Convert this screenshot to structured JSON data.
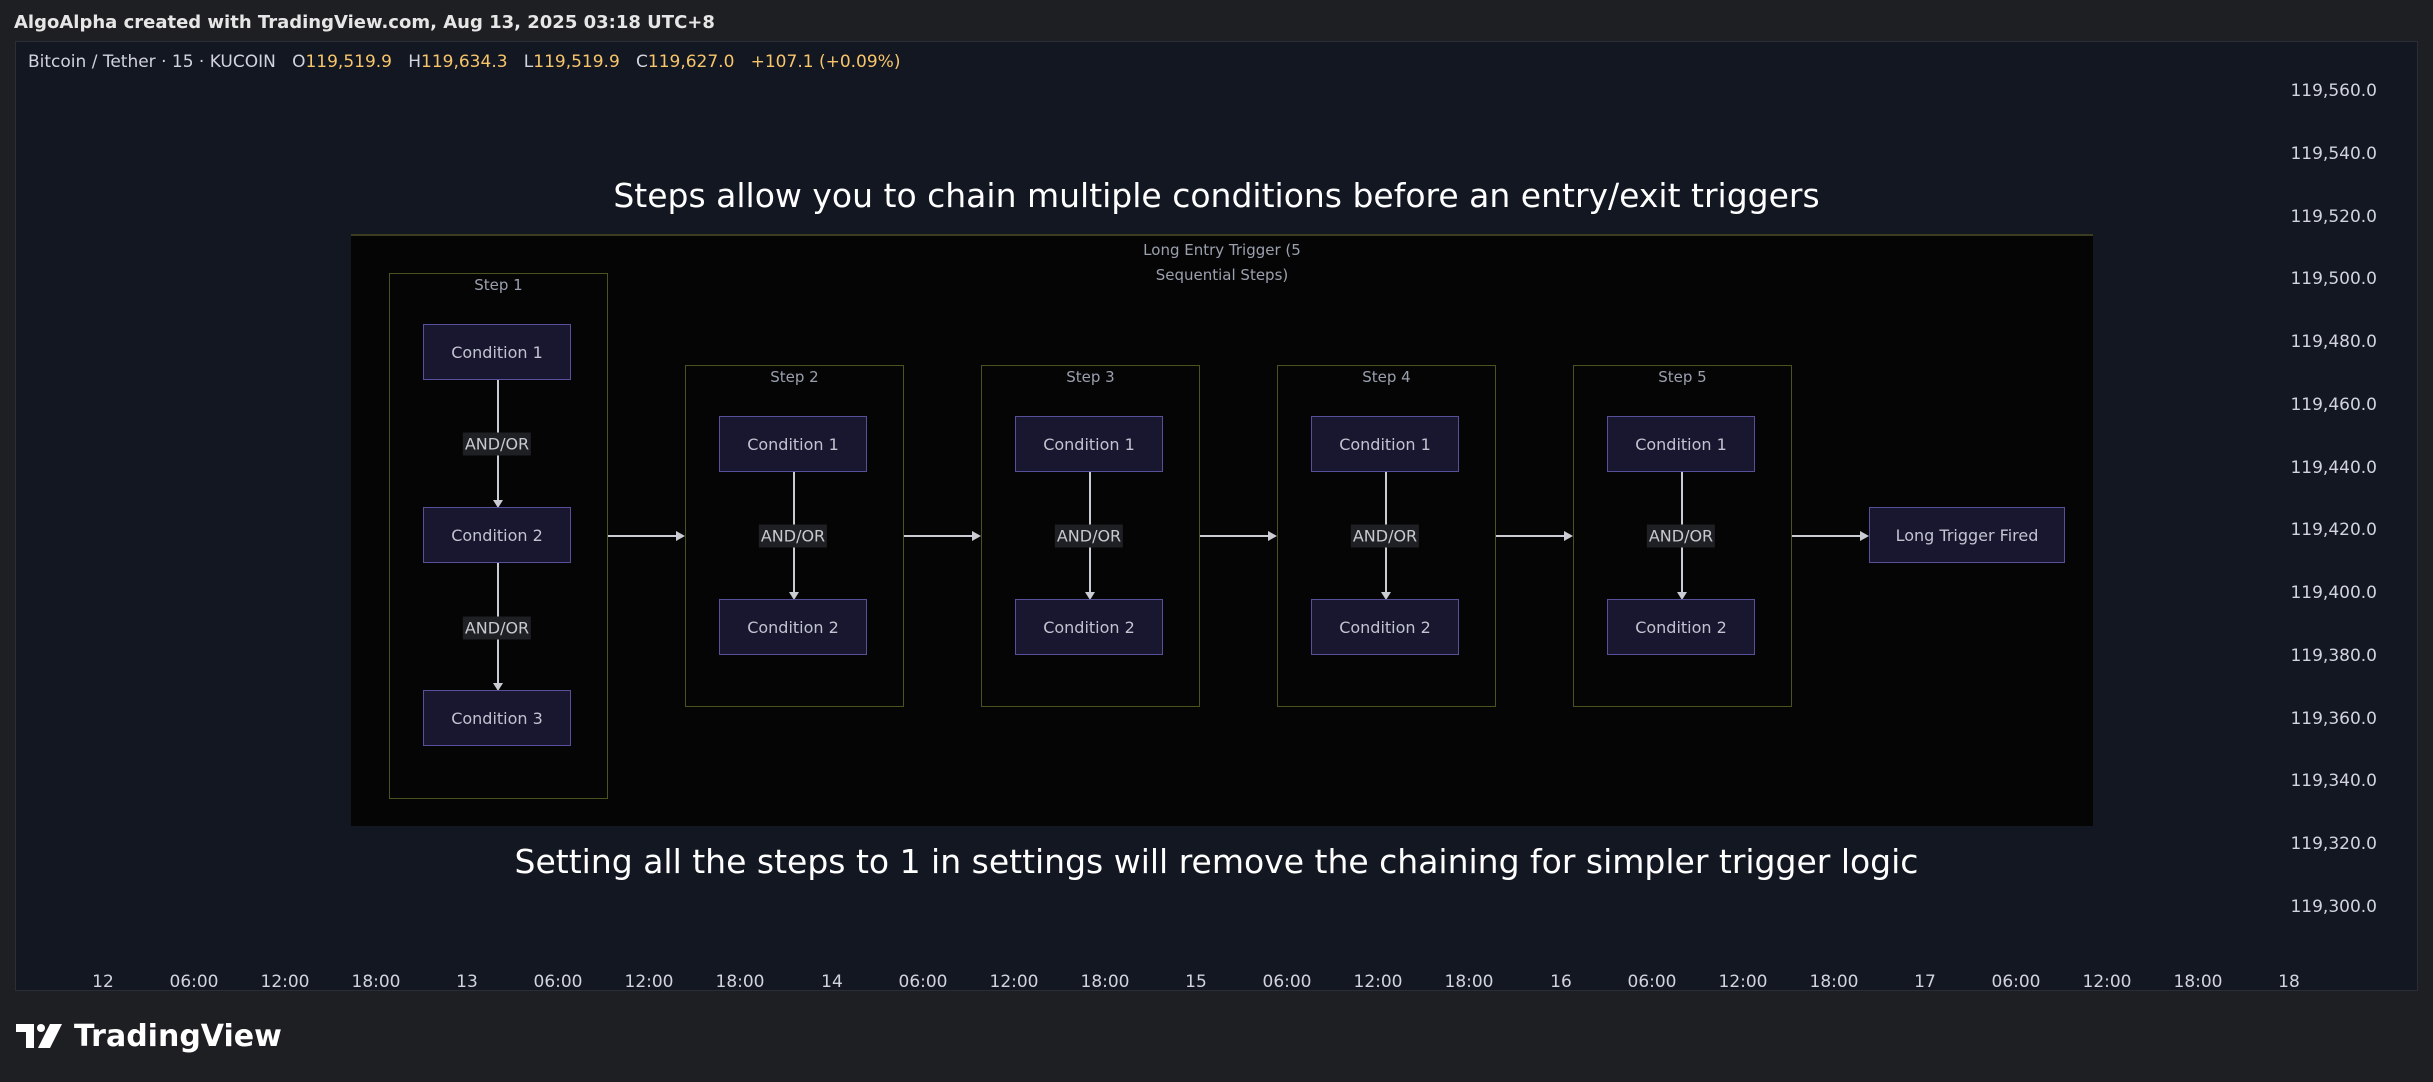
{
  "topbar": {
    "title": "AlgoAlpha created with TradingView.com, Aug 13, 2025 03:18 UTC+8"
  },
  "legend": {
    "symbol": "Bitcoin / Tether · 15 · KUCOIN",
    "o_label": "O",
    "o_value": "119,519.9",
    "h_label": "H",
    "h_value": "119,634.3",
    "l_label": "L",
    "l_value": "119,519.9",
    "c_label": "C",
    "c_value": "119,627.0",
    "change": "+107.1 (+0.09%)",
    "value_color": "#f7c56a"
  },
  "price_axis": [
    "119,560.0",
    "119,540.0",
    "119,520.0",
    "119,500.0",
    "119,480.0",
    "119,460.0",
    "119,440.0",
    "119,420.0",
    "119,400.0",
    "119,380.0",
    "119,360.0",
    "119,340.0",
    "119,320.0",
    "119,300.0"
  ],
  "time_axis": [
    "12",
    "06:00",
    "12:00",
    "18:00",
    "13",
    "06:00",
    "12:00",
    "18:00",
    "14",
    "06:00",
    "12:00",
    "18:00",
    "15",
    "06:00",
    "12:00",
    "18:00",
    "16",
    "06:00",
    "12:00",
    "18:00",
    "17",
    "06:00",
    "12:00",
    "18:00",
    "18"
  ],
  "headline_top": "Steps allow you to chain multiple conditions before an entry/exit triggers",
  "headline_bottom": "Setting all the steps to 1 in settings will remove the chaining for simpler trigger logic",
  "diagram": {
    "title_line1": "Long Entry Trigger (5",
    "title_line2": "Sequential Steps)",
    "connector": "AND/OR",
    "steps": [
      {
        "label": "Step 1",
        "conditions": [
          "Condition 1",
          "Condition 2",
          "Condition 3"
        ]
      },
      {
        "label": "Step 2",
        "conditions": [
          "Condition 1",
          "Condition 2"
        ]
      },
      {
        "label": "Step 3",
        "conditions": [
          "Condition 1",
          "Condition 2"
        ]
      },
      {
        "label": "Step 4",
        "conditions": [
          "Condition 1",
          "Condition 2"
        ]
      },
      {
        "label": "Step 5",
        "conditions": [
          "Condition 1",
          "Condition 2"
        ]
      }
    ],
    "final": "Long Trigger Fired"
  },
  "brand": {
    "name": "TradingView",
    "icon": "tradingview-logo-icon"
  }
}
